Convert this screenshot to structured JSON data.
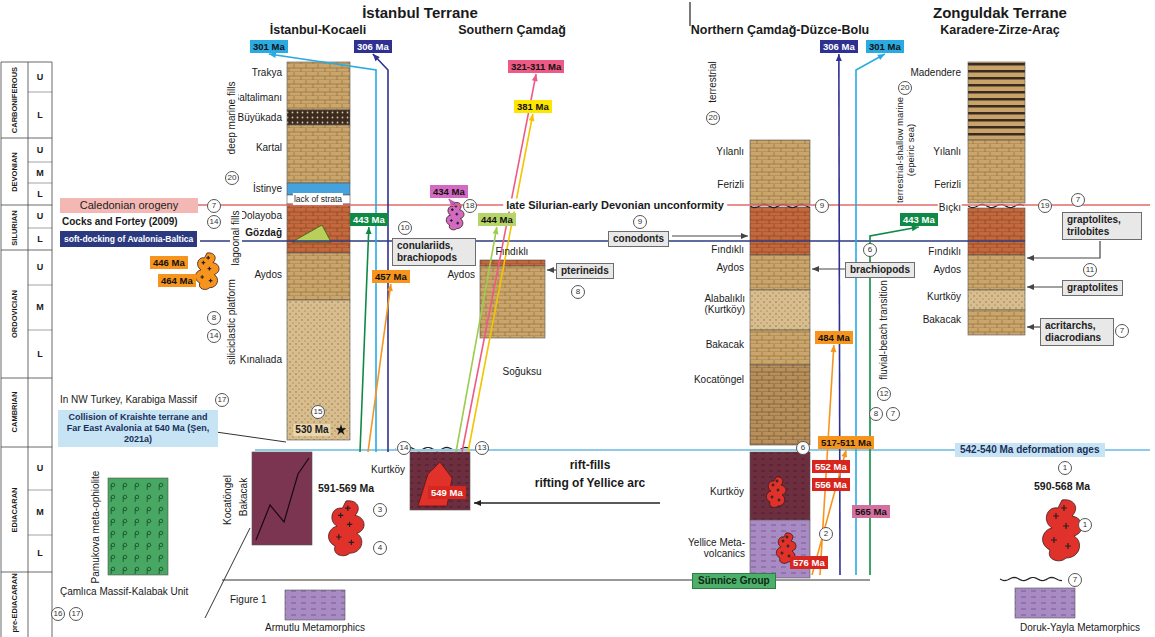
{
  "diagram": {
    "nodes": [
      {
        "text": [
          "301 Ma"
        ]
      },
      {
        "text": [
          "306 Ma"
        ]
      },
      {
        "text": [
          "306 Ma"
        ]
      },
      {
        "text": [
          "301 Ma"
        ]
      },
      {
        "text": [
          "321-311 Ma"
        ]
      },
      {
        "text": [
          "381 Ma"
        ]
      },
      {
        "text": [
          "Caledonian orogeny"
        ]
      },
      {
        "text": [
          "434 Ma"
        ]
      },
      {
        "text": [
          "443 Ma"
        ]
      },
      {
        "text": [
          "444 Ma"
        ]
      },
      {
        "text": [
          "443 Ma"
        ]
      },
      {
        "text": [
          "graptolites, trilobites"
        ]
      },
      {
        "text": [
          "soft-docking of Avalonia-Baltica"
        ]
      },
      {
        "text": [
          "conulariids, brachiopods"
        ]
      },
      {
        "text": [
          "conodonts"
        ]
      },
      {
        "text": [
          "brachiopods"
        ]
      },
      {
        "text": [
          "446 Ma"
        ]
      },
      {
        "text": [
          "464 Ma"
        ]
      },
      {
        "text": [
          "457 Ma"
        ]
      },
      {
        "text": [
          "pterineids"
        ]
      },
      {
        "text": [
          "graptolites"
        ]
      },
      {
        "text": [
          "acritarchs, diacrodians"
        ]
      },
      {
        "text": [
          "484 Ma"
        ]
      },
      {
        "text": [
          "Collision of Kraishte terrane and Far East Avalonia at 540 Ma (Şen, 2021a)"
        ]
      },
      {
        "text": [
          "517-511 Ma"
        ]
      },
      {
        "text": [
          "542-540 Ma deformation ages"
        ]
      },
      {
        "text": [
          "549 Ma"
        ]
      },
      {
        "text": [
          "552 Ma"
        ]
      },
      {
        "text": [
          "556 Ma"
        ]
      },
      {
        "text": [
          "565 Ma"
        ]
      },
      {
        "text": [
          "576 Ma"
        ]
      },
      {
        "text": [
          "Sünnice Group"
        ]
      }
    ],
    "labels": [
      "CARBONIFEROUS",
      "U",
      "L",
      "DEVONIAN",
      "U",
      "M",
      "L",
      "SILURIAN",
      "U",
      "L",
      "ORDOVICIAN",
      "U",
      "M",
      "L",
      "CAMBRIAN",
      "EDIACARAN",
      "U",
      "M",
      "L",
      "pre-EDIACARAN",
      "İstanbul Terrane",
      "Zonguldak Terrane",
      "İstanbul-Kocaeli",
      "Southern Çamdağ",
      "Northern Çamdağ-Düzce-Bolu",
      "Karadere-Zirze-Araç",
      "Trakya",
      "Baltalimanı",
      "Büyükada",
      "Kartal",
      "İstinye",
      "lack of strata",
      "Dolayoba",
      "Gözdağ",
      "Aydos",
      "Kınalıada",
      "530 Ma",
      "deep marine fills",
      "lagoonal fills",
      "siliciclastic platform",
      "20",
      "7",
      "14",
      "8",
      "14",
      "15",
      "18",
      "10",
      "Fındıklı",
      "Aydos",
      "Soğuksu",
      "8",
      "14",
      "13",
      "Kurtköy",
      "rift-fills",
      "rifting of Yellice arc",
      "591-569 Ma",
      "3",
      "4",
      "Kocatöngel",
      "Bakacak",
      "Pamukova meta-ophiolite",
      "In NW Turkey, Karabiga Massif",
      "17",
      "Cocks and Fortey (2009)",
      "Çamlıca Massif-Kalabak Unit",
      "Figure 1",
      "16",
      "17",
      "Armutlu Metamorphics",
      "late Silurian-early Devonian unconformity",
      "9",
      "terrestrial",
      "20",
      "Yılanlı",
      "Ferizli",
      "9",
      "Fındıklı",
      "Aydos",
      "Alabalıklı (Kurtköy)",
      "Bakacak",
      "Kocatöngel",
      "Kurtköy",
      "Yellice Meta-volcanics",
      "6",
      "2",
      "6",
      "fluvial-beach transition",
      "12",
      "8",
      "7",
      "terrestrial-shallow marine (epeiric sea)",
      "20",
      "Madendere",
      "Yılanlı",
      "Ferizli",
      "Bıçkı",
      "19",
      "Fındıklı",
      "Aydos",
      "Kurtköy",
      "Bakacak",
      "7",
      "11",
      "7",
      "1",
      "590-568 Ma",
      "1",
      "7",
      "Doruk-Yayla Metamorphics"
    ]
  }
}
